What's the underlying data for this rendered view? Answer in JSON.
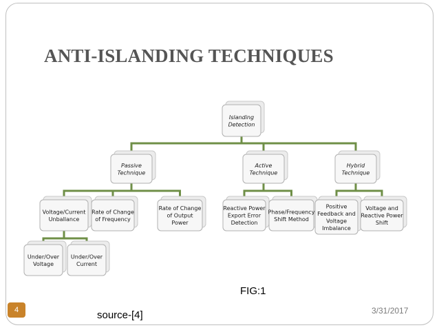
{
  "slide": {
    "title": "ANTI-ISLANDING TECHNIQUES",
    "caption": "FIG:1",
    "source": "source-[4]",
    "date": "3/31/2017",
    "page_number": "4"
  },
  "diagram": {
    "colors": {
      "connector": "#6f8f47",
      "box_fill": "#f7f7f7",
      "box_border": "#b0b0b0",
      "shadow": "#c8c8c8"
    },
    "root": {
      "lines": [
        "Islanding",
        "Detection"
      ]
    },
    "categories": [
      {
        "lines": [
          "Passive",
          "Technique"
        ]
      },
      {
        "lines": [
          "Active",
          "Technique"
        ]
      },
      {
        "lines": [
          "Hybrid",
          "Technique"
        ]
      }
    ],
    "passive": [
      {
        "lines": [
          "Voltage/Current",
          "Unballance"
        ]
      },
      {
        "lines": [
          "Rate of Change",
          "of Frequency"
        ]
      },
      {
        "lines": [
          "Rate of Change",
          "of Output",
          "Power"
        ]
      }
    ],
    "active": [
      {
        "lines": [
          "Reactive Power",
          "Export Error",
          "Detection"
        ]
      },
      {
        "lines": [
          "Phase/Frequency",
          "Shift Method"
        ]
      }
    ],
    "hybrid": [
      {
        "lines": [
          "Positive",
          "Feedback and",
          "Voltage",
          "Imbalance"
        ]
      },
      {
        "lines": [
          "Voltage and",
          "Reactive Power",
          "Shift"
        ]
      }
    ],
    "voltage_current": [
      {
        "lines": [
          "Under/Over",
          "Voltage"
        ]
      },
      {
        "lines": [
          "Under/Over",
          "Current"
        ]
      }
    ]
  }
}
